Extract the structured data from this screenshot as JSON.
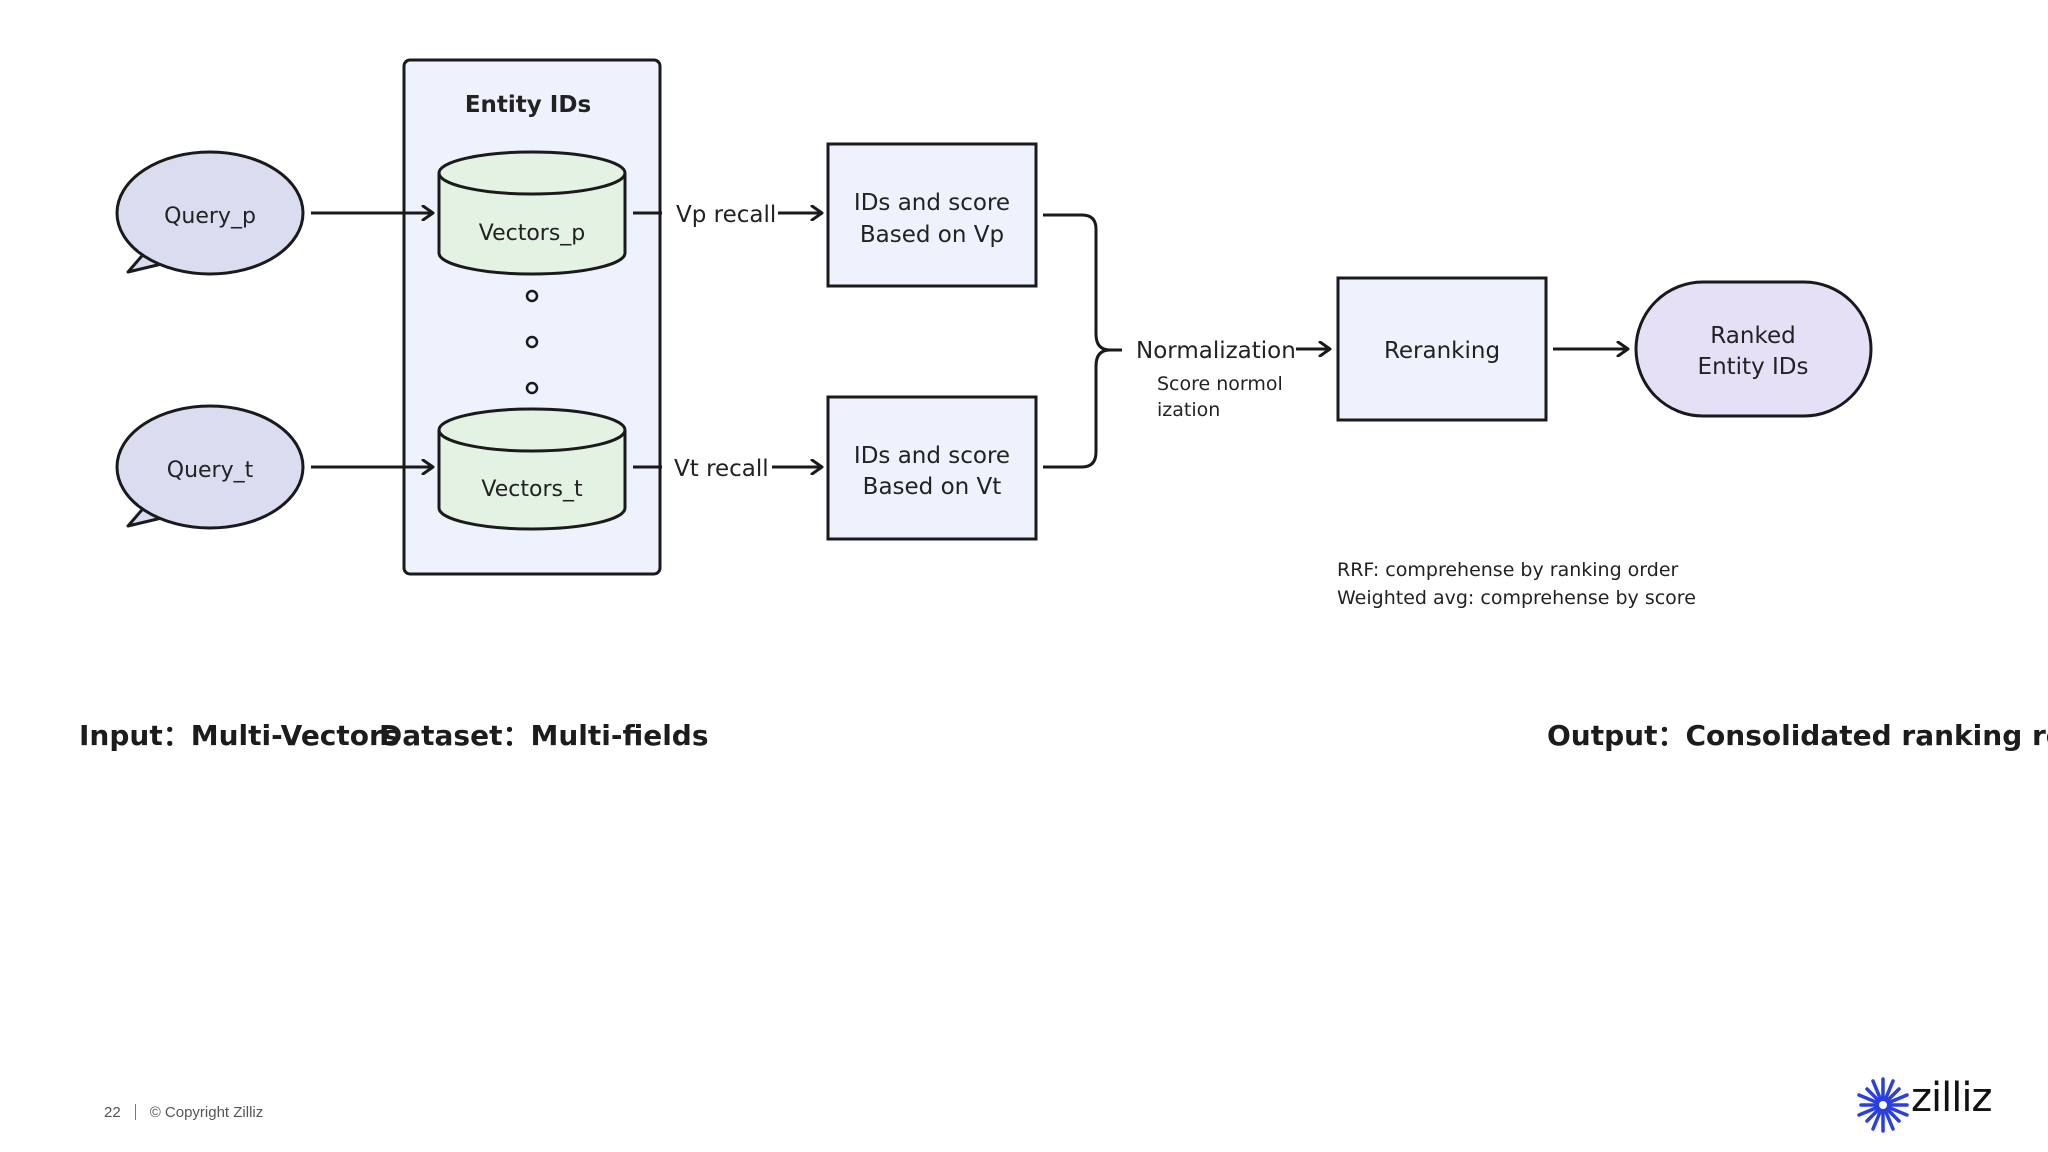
{
  "diagram": {
    "entity_ids_title": "Entity IDs",
    "query_p": "Query_p",
    "query_t": "Query_t",
    "vectors_p": "Vectors_p",
    "vectors_t": "Vectors_t",
    "vp_recall": "Vp recall",
    "vt_recall": "Vt recall",
    "ids_score_vp_line1": "IDs and score",
    "ids_score_vp_line2": "Based on Vp",
    "ids_score_vt_line1": "IDs and score",
    "ids_score_vt_line2": "Based on Vt",
    "normalization": "Normalization",
    "score_norm_line1": "Score normol",
    "score_norm_line2": "ization",
    "reranking": "Reranking",
    "ranked_line1": "Ranked",
    "ranked_line2": "Entity IDs",
    "rrf_note": "RRF: comprehense by ranking order",
    "weighted_note": "Weighted avg: comprehense by score"
  },
  "labels": {
    "input": "Input：Multi-Vectors",
    "dataset": "Dataset：Multi-fields",
    "output": "Output：Consolidated ranking results"
  },
  "footer": {
    "page_number": "22",
    "copyright": "© Copyright Zilliz"
  },
  "logo": {
    "text": "zilliz",
    "icon": "zilliz-star-icon"
  },
  "colors": {
    "query_fill": "#d9ddef",
    "db_fill": "#e3f2e3",
    "box_fill": "#eef2fc",
    "ranked_fill": "#e6e0f6",
    "stroke": "#1a1a1a",
    "logo_blue": "#2a3fe0"
  }
}
